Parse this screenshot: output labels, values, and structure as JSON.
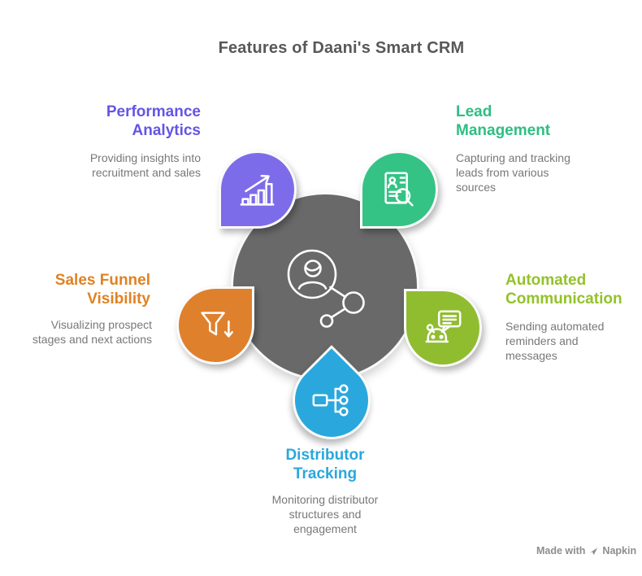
{
  "title": "Features of Daani's Smart CRM",
  "center": {
    "icon": "person-network-icon",
    "fill": "#696969"
  },
  "features": [
    {
      "id": "performance-analytics",
      "heading": "Performance\nAnalytics",
      "description": "Providing insights into\nrecruitment and sales",
      "text_color": "#6455E4",
      "fill": "#7D6CE9",
      "icon": "bar-chart-growth-icon"
    },
    {
      "id": "lead-management",
      "heading": "Lead\nManagement",
      "description": "Capturing and tracking\nleads from various\nsources",
      "text_color": "#2EBE82",
      "fill": "#34C385",
      "icon": "contact-search-icon"
    },
    {
      "id": "sales-funnel-visibility",
      "heading": "Sales Funnel\nVisibility",
      "description": "Visualizing prospect\nstages and next actions",
      "text_color": "#E08222",
      "fill": "#DF802C",
      "icon": "funnel-down-icon"
    },
    {
      "id": "automated-communication",
      "heading": "Automated\nCommunication",
      "description": "Sending automated\nreminders and\nmessages",
      "text_color": "#93C229",
      "fill": "#90BD30",
      "icon": "chatbot-message-icon"
    },
    {
      "id": "distributor-tracking",
      "heading": "Distributor\nTracking",
      "description": "Monitoring distributor\nstructures and\nengagement",
      "text_color": "#29A8DC",
      "fill": "#2AA8DD",
      "icon": "org-chart-icon"
    }
  ],
  "watermark": {
    "prefix": "Made with",
    "brand": "Napkin"
  }
}
